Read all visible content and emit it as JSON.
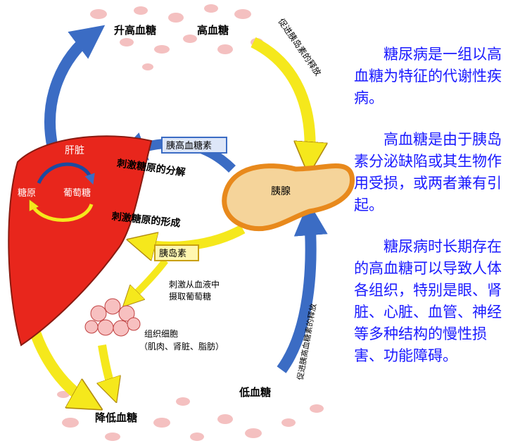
{
  "labels": {
    "raise_glucose": "升高血糖",
    "high_glucose": "高血糖",
    "low_glucose": "低血糖",
    "lower_glucose": "降低血糖",
    "liver": "肝脏",
    "glycogen": "糖原",
    "glucose": "葡萄糖",
    "pancreas": "胰腺",
    "glucagon": "胰高血糖素",
    "insulin": "胰岛素",
    "glycogenolysis": "刺激糖原的分解",
    "glycogenesis": "刺激糖原的形成",
    "uptake_line1": "刺激从血液中",
    "uptake_line2": "摄取葡萄糖",
    "tissue_line1": "组织细胞",
    "tissue_line2": "（肌肉、肾脏、脂肪）",
    "insulin_release": "促进胰岛素的释放",
    "glucagon_release": "促进胰高血糖素的释放"
  },
  "panel": {
    "para1": "糖尿病是一组以高血糖为特征的代谢性疾病。",
    "para2": "高血糖是由于胰岛素分泌缺陷或其生物作用受损，或两者兼有引起。",
    "para3": "糖尿病时长期存在的高血糖可以导致人体各组织，特别是眼、肾脏、心脏、血管、神经等多种结构的慢性损害、功能障碍。"
  },
  "colors": {
    "text_blue": "#1a1aff",
    "arrow_blue": "#3b6cc4",
    "arrow_yellow": "#f5e81c",
    "liver_red": "#e8261c",
    "pancreas_orange": "#f0a040",
    "blood_cell": "#f3b6b6"
  }
}
